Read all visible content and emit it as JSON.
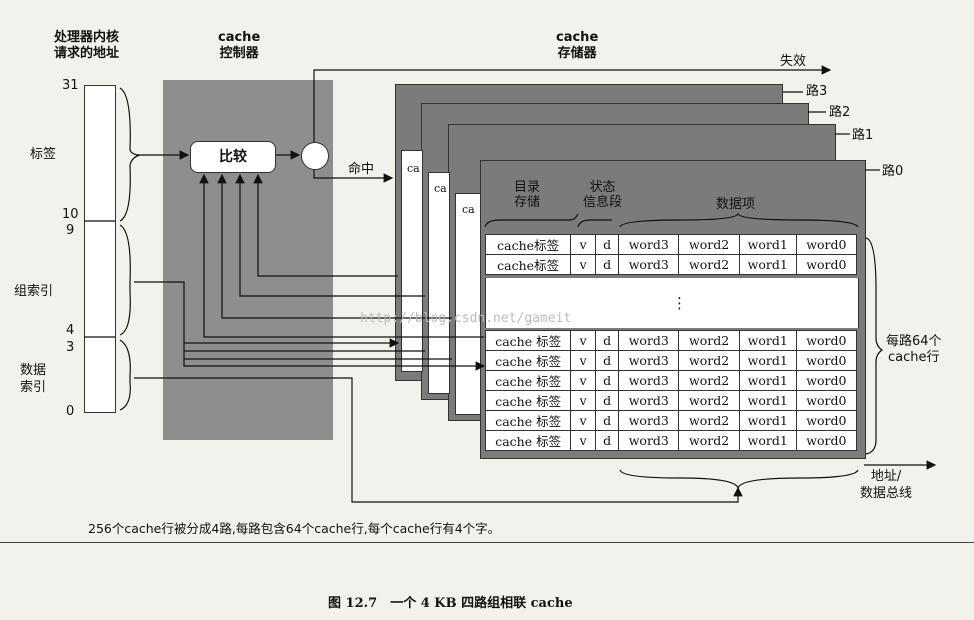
{
  "labels": {
    "core_address_title_line1": "处理器内核",
    "core_address_title_line2": "请求的地址",
    "controller_title_line1": "cache",
    "controller_title_line2": "控制器",
    "memory_title_line1": "cache",
    "memory_title_line2": "存储器",
    "bit31": "31",
    "bit10": "10",
    "bit9": "9",
    "bit4": "4",
    "bit3": "3",
    "bit0": "0",
    "tag": "标签",
    "set_index": "组索引",
    "data_index_line1": "数据",
    "data_index_line2": "索引",
    "compare": "比较",
    "miss": "失效",
    "hit": "命中",
    "way3": "路3",
    "way2": "路2",
    "way1": "路1",
    "way0": "路0",
    "dir_store_line1": "目录",
    "dir_store_line2": "存储",
    "status_line1": "状态",
    "status_line2": "信息段",
    "data_items": "数据项",
    "ellipsis": "⋮",
    "per_way_line1": "每路64个",
    "per_way_line2": "cache行",
    "bus_line1": "地址/",
    "bus_line2": "数据总线",
    "watermark": "http://blog.csdn.net/gameit",
    "caption_note": "256个cache行被分成4路,每路包含64个cache行,每个cache行有4个字。",
    "figure_caption": "图 12.7　一个 4 KB 四路组相联 cache"
  },
  "rows_top": [
    [
      "cache标签",
      "v",
      "d",
      "word3",
      "word2",
      "word1",
      "word0"
    ],
    [
      "cache标签",
      "v",
      "d",
      "word3",
      "word2",
      "word1",
      "word0"
    ]
  ],
  "rows_bottom": [
    [
      "cache 标签",
      "v",
      "d",
      "word3",
      "word2",
      "word1",
      "word0"
    ],
    [
      "cache 标签",
      "v",
      "d",
      "word3",
      "word2",
      "word1",
      "word0"
    ],
    [
      "cache 标签",
      "v",
      "d",
      "word3",
      "word2",
      "word1",
      "word0"
    ],
    [
      "cache 标签",
      "v",
      "d",
      "word3",
      "word2",
      "word1",
      "word0"
    ],
    [
      "cache 标签",
      "v",
      "d",
      "word3",
      "word2",
      "word1",
      "word0"
    ],
    [
      "cache 标签",
      "v",
      "d",
      "word3",
      "word2",
      "word1",
      "word0"
    ]
  ]
}
